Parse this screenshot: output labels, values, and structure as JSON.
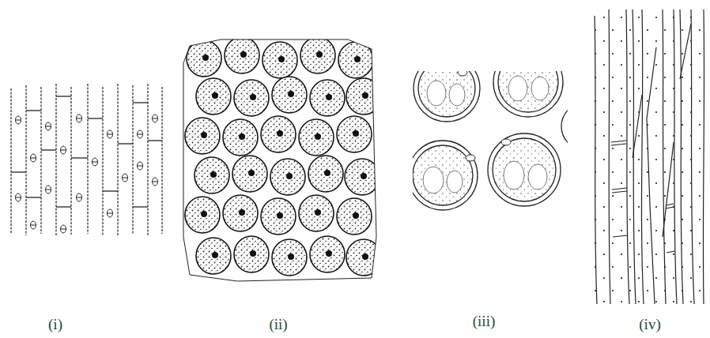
{
  "diagram": {
    "labels": [
      "(i)",
      "(ii)",
      "(iii)",
      "(iv)"
    ]
  }
}
